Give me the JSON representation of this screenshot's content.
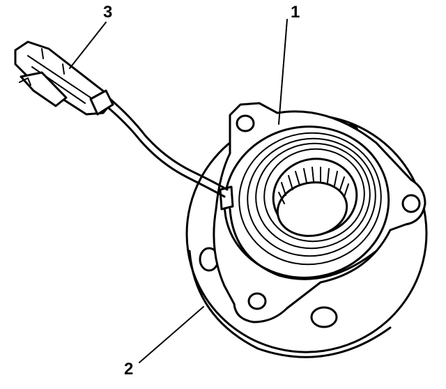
{
  "callouts": [
    {
      "id": "hub-bearing-assembly",
      "label": "1"
    },
    {
      "id": "hub-flange",
      "label": "2"
    },
    {
      "id": "wheel-speed-sensor-connector",
      "label": "3"
    }
  ],
  "colors": {
    "ink": "#000000",
    "paper": "#ffffff"
  }
}
